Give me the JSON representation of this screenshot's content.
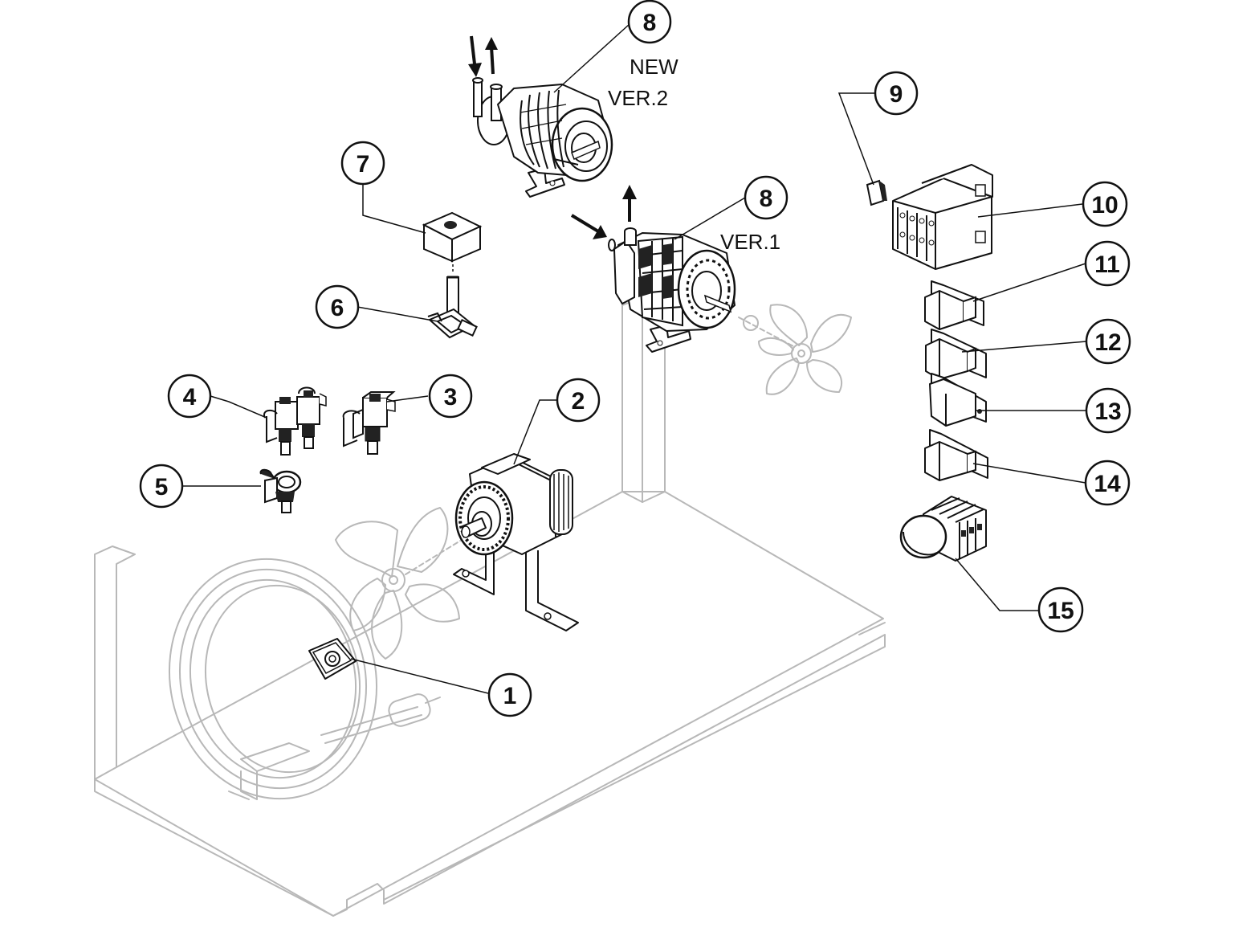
{
  "callouts": [
    {
      "id": "1",
      "label": "1"
    },
    {
      "id": "2",
      "label": "2"
    },
    {
      "id": "3",
      "label": "3"
    },
    {
      "id": "4",
      "label": "4"
    },
    {
      "id": "5",
      "label": "5"
    },
    {
      "id": "6",
      "label": "6"
    },
    {
      "id": "7",
      "label": "7"
    },
    {
      "id": "8a",
      "label": "8"
    },
    {
      "id": "8b",
      "label": "8"
    },
    {
      "id": "9",
      "label": "9"
    },
    {
      "id": "10",
      "label": "10"
    },
    {
      "id": "11",
      "label": "11"
    },
    {
      "id": "12",
      "label": "12"
    },
    {
      "id": "13",
      "label": "13"
    },
    {
      "id": "14",
      "label": "14"
    },
    {
      "id": "15",
      "label": "15"
    }
  ],
  "notes": {
    "ver2_new": "NEW",
    "ver2": "VER.2",
    "ver1": "VER.1"
  },
  "colors": {
    "ink": "#111111",
    "ghost": "#b8b8b8",
    "background": "#ffffff"
  }
}
